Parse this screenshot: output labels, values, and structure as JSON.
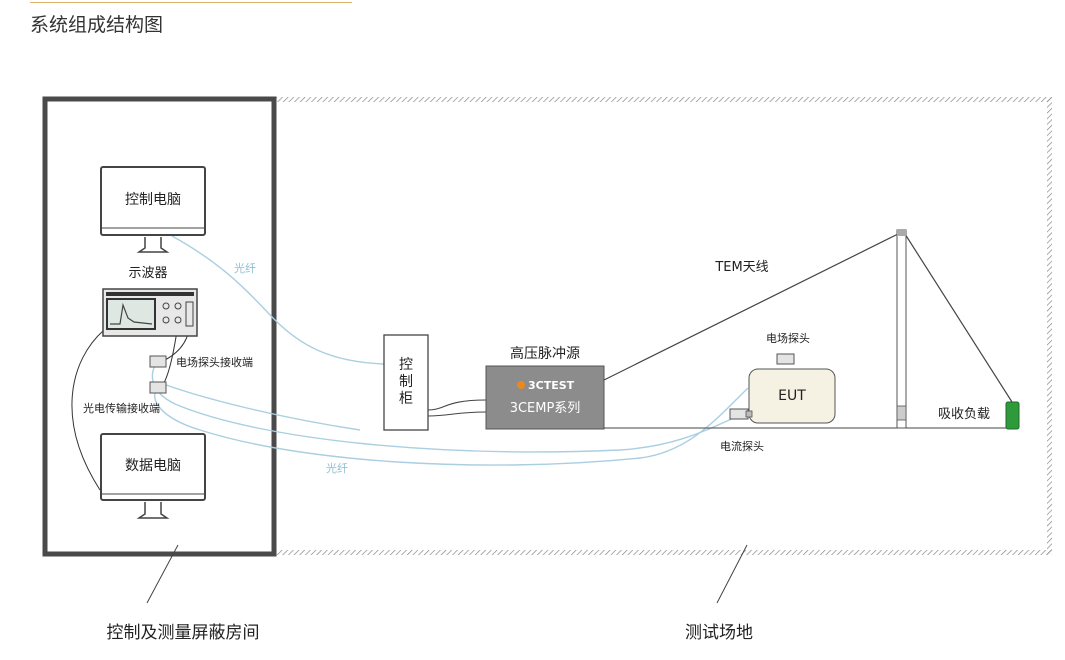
{
  "page": {
    "title": "系统组成结构图"
  },
  "diagram": {
    "control_pc": "控制电脑",
    "oscilloscope": "示波器",
    "efield_probe_receiver": "电场探头接收端",
    "optical_receiver": "光电传输接收端",
    "data_pc": "数据电脑",
    "fiber_top": "光纤",
    "fiber_bottom": "光纤",
    "control_cabinet": [
      "控",
      "制",
      "柜"
    ],
    "hv_pulse_source": "高压脉冲源",
    "brand_logo": "3CTEST",
    "series_label": "3CEMP系列",
    "tem_antenna": "TEM天线",
    "efield_probe": "电场探头",
    "eut": "EUT",
    "current_probe": "电流探头",
    "absorbing_load": "吸收负载",
    "shielded_room": "控制及测量屏蔽房间",
    "test_site": "测试场地"
  },
  "colors": {
    "fiber": "#a9cfe0",
    "room_border": "#4a4a4a",
    "load_green": "#2f9a3c",
    "pulse_box": "#8c8c8c",
    "logo_orange": "#e8891e",
    "title_rule": "#d9b46a"
  }
}
